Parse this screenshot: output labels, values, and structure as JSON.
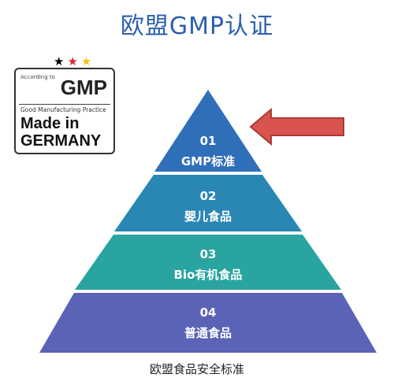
{
  "title": "欧盟GMP认证",
  "badge": {
    "according": "According to",
    "gmp": "GMP",
    "practice": "Good Manufacturing Practice",
    "made": "Made in",
    "germany": "GERMANY",
    "star_colors": [
      "#000000",
      "#d22b2b",
      "#f0c419"
    ]
  },
  "pyramid": {
    "levels": [
      {
        "number": "01",
        "label": "GMP标准",
        "color": "#2f6fb8"
      },
      {
        "number": "02",
        "label": "婴儿食品",
        "color": "#2a87b4"
      },
      {
        "number": "03",
        "label": "Bio有机食品",
        "color": "#2aa4a0"
      },
      {
        "number": "04",
        "label": "普通食品",
        "color": "#5a63b5"
      }
    ],
    "arrow_color": "#d9534f"
  },
  "caption": "欧盟食品安全标准"
}
